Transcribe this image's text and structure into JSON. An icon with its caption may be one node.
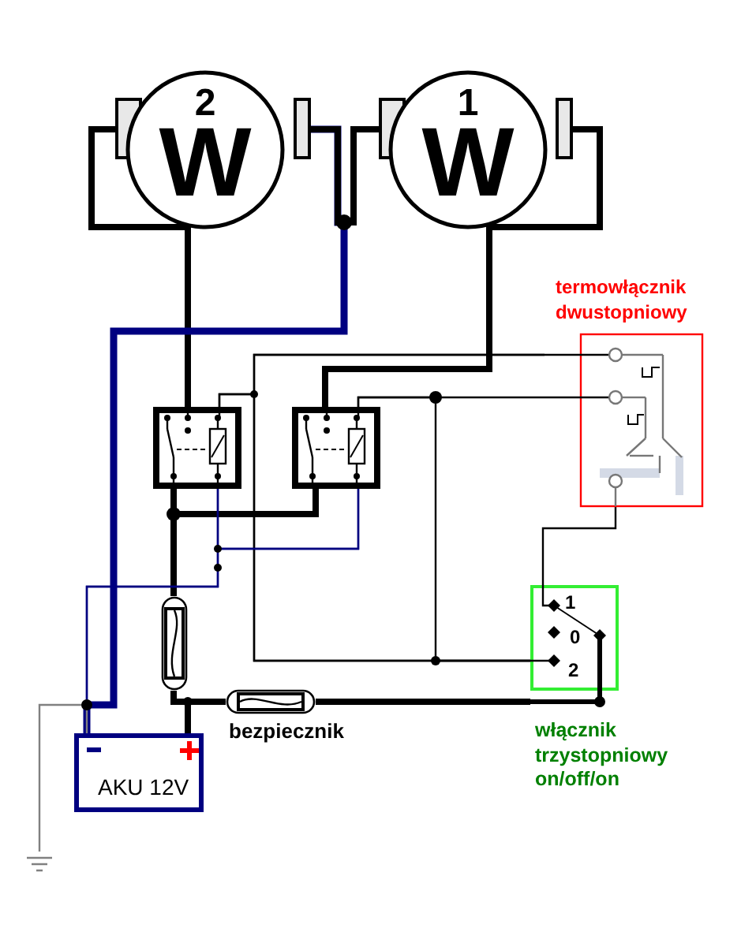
{
  "diagram": {
    "nodes": [
      {
        "text": [
          "2",
          "W"
        ]
      },
      {
        "text": [
          "1",
          "W"
        ]
      },
      {
        "text": [
          "termowłącznik dwustopniowy"
        ]
      },
      {
        "text": [],
        "shape": "box"
      },
      {
        "text": [],
        "shape": "box"
      },
      {
        "text": [
          "1",
          "0",
          "2",
          "włącznik trzystopniowy on/off/on"
        ]
      },
      {
        "text": [],
        "shape": "fuse"
      },
      {
        "text": [],
        "shape": "fuse",
        "beside": [
          "bezpiecznik"
        ]
      },
      {
        "text": [
          "AKU 12V"
        ]
      },
      {
        "text": [],
        "shape": "ground"
      }
    ],
    "edges": [
      {
        "from": 0,
        "to": 3,
        "arrow": "none",
        "style": "thick"
      },
      {
        "from": 0,
        "to": 8,
        "arrow": "none",
        "style": "thick",
        "color": "#000080"
      },
      {
        "from": 0,
        "to": 1,
        "arrow": "none",
        "style": "thick"
      },
      {
        "from": 1,
        "to": 4,
        "arrow": "none",
        "style": "thick"
      },
      {
        "from": 3,
        "to": 2,
        "arrow": "none"
      },
      {
        "from": 3,
        "to": 5,
        "arrow": "none"
      },
      {
        "from": 4,
        "to": 2,
        "arrow": "none"
      },
      {
        "from": 4,
        "to": 5,
        "arrow": "none"
      },
      {
        "from": 3,
        "to": 6,
        "arrow": "none",
        "style": "thick"
      },
      {
        "from": 4,
        "to": 6,
        "arrow": "none",
        "style": "thick"
      },
      {
        "from": 3,
        "to": 8,
        "arrow": "none",
        "color": "#000080"
      },
      {
        "from": 4,
        "to": 8,
        "arrow": "none",
        "color": "#000080"
      },
      {
        "from": 2,
        "to": 5,
        "arrow": "none"
      },
      {
        "from": 6,
        "to": 8,
        "arrow": "none",
        "style": "thick"
      },
      {
        "from": 6,
        "to": 7,
        "arrow": "none",
        "style": "thick"
      },
      {
        "from": 7,
        "to": 5,
        "arrow": "none",
        "style": "thick"
      },
      {
        "from": 8,
        "to": 9,
        "arrow": "none",
        "color": "#808080"
      },
      {
        "from": 2,
        "to": 5,
        "arrow": "none"
      },
      {
        "from": 3,
        "to": 4,
        "arrow": "none",
        "color": "#000080"
      }
    ]
  }
}
